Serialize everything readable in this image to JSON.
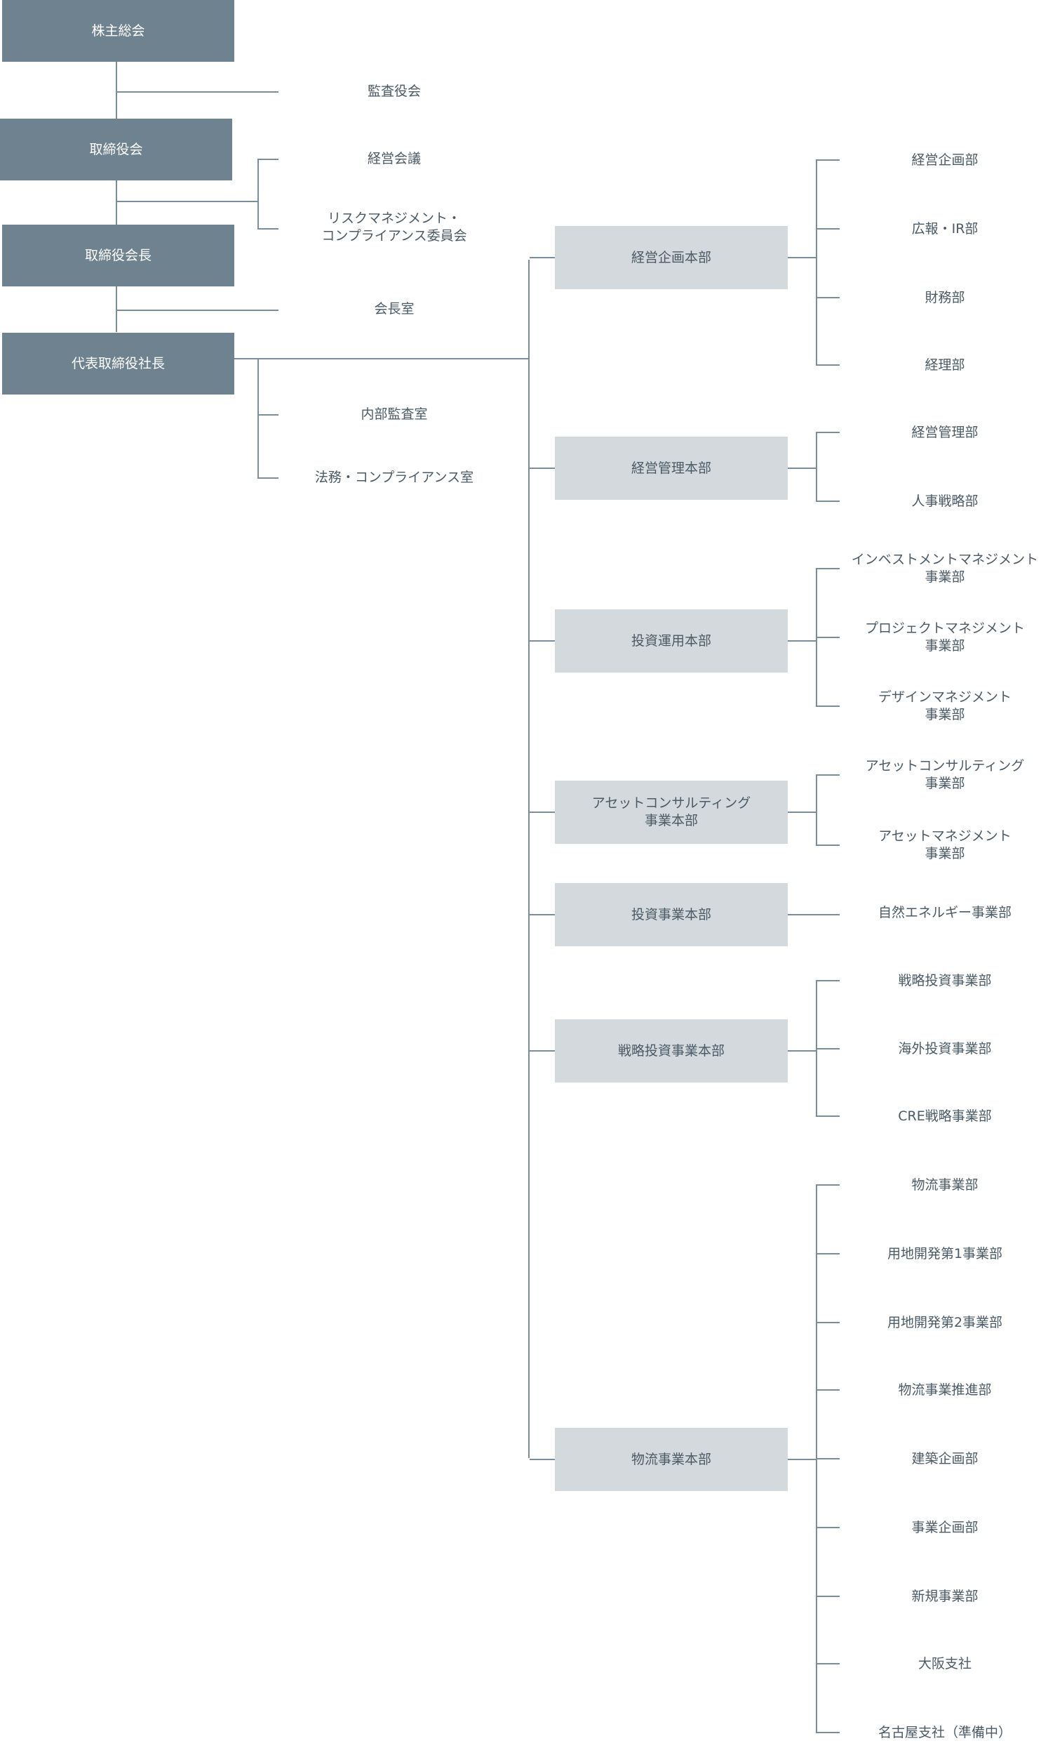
{
  "colors": {
    "top_box": "#6f8290",
    "division_box": "#d3d9dc",
    "line": "#7a8d9a",
    "text": "#4a5a66"
  },
  "governance": {
    "general_meeting": "株主総会",
    "auditors": "監査役会",
    "board": "取締役会",
    "management_meeting": "経営会議",
    "risk_committee": "リスクマネジメント・\nコンプライアンス委員会",
    "chairman": "取締役会長",
    "chairman_office": "会長室",
    "president": "代表取締役社長",
    "internal_audit": "内部監査室",
    "legal_compliance": "法務・コンプライアンス室"
  },
  "divisions": [
    {
      "name": "経営企画本部",
      "departments": [
        "経営企画部",
        "広報・IR部",
        "財務部",
        "経理部"
      ]
    },
    {
      "name": "経営管理本部",
      "departments": [
        "経営管理部",
        "人事戦略部"
      ]
    },
    {
      "name": "投資運用本部",
      "departments": [
        "インベストメントマネジメント\n事業部",
        "プロジェクトマネジメント\n事業部",
        "デザインマネジメント\n事業部"
      ]
    },
    {
      "name": "アセットコンサルティング\n事業本部",
      "departments": [
        "アセットコンサルティング\n事業部",
        "アセットマネジメント\n事業部"
      ]
    },
    {
      "name": "投資事業本部",
      "departments": [
        "自然エネルギー事業部"
      ]
    },
    {
      "name": "戦略投資事業本部",
      "departments": [
        "戦略投資事業部",
        "海外投資事業部",
        "CRE戦略事業部"
      ]
    },
    {
      "name": "物流事業本部",
      "departments": [
        "物流事業部",
        "用地開発第1事業部",
        "用地開発第2事業部",
        "物流事業推進部",
        "建築企画部",
        "事業企画部",
        "新規事業部",
        "大阪支社",
        "名古屋支社（準備中）"
      ]
    }
  ]
}
